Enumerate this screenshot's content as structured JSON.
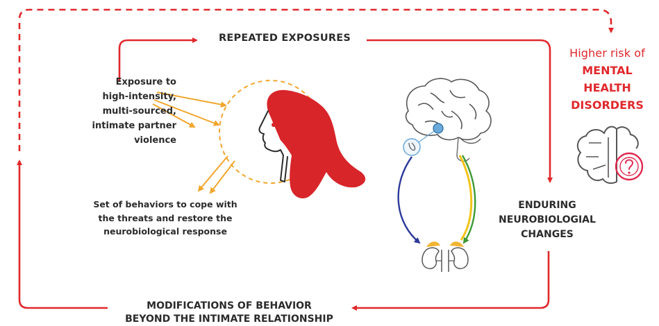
{
  "labels": {
    "repeated_exposures": "REPEATED EXPOSURES",
    "exposure_lines": [
      "Exposure to",
      "high-intensity,",
      "multi-sourced,",
      "intimate partner",
      "violence"
    ],
    "coping_lines": [
      "Set of behaviors to cope with",
      "the threats and restore the",
      "neurobiological response"
    ],
    "enduring_lines": [
      "ENDURING",
      "NEUROBIOLOGIAL",
      "CHANGES"
    ],
    "modification_lines": [
      "MODIFICATIONS OF BEHAVIOR",
      "BEYOND THE INTIMATE RELATIONSHIP"
    ],
    "risk_lines": [
      "Higher risk of",
      "MENTAL",
      "HEALTH",
      "DISORDERS"
    ]
  },
  "icons": [
    "woman-head-icon",
    "brain-icon",
    "kidneys-adrenal-icon",
    "brain-question-icon"
  ],
  "colors": {
    "cycle_red": "#e0282c",
    "exposure_orange": "#f2a62d",
    "axis_blue": "#2d3a9a",
    "axis_green": "#3e9a35",
    "axis_yellow": "#f2c31b",
    "text_dark": "#2b2b2b"
  }
}
